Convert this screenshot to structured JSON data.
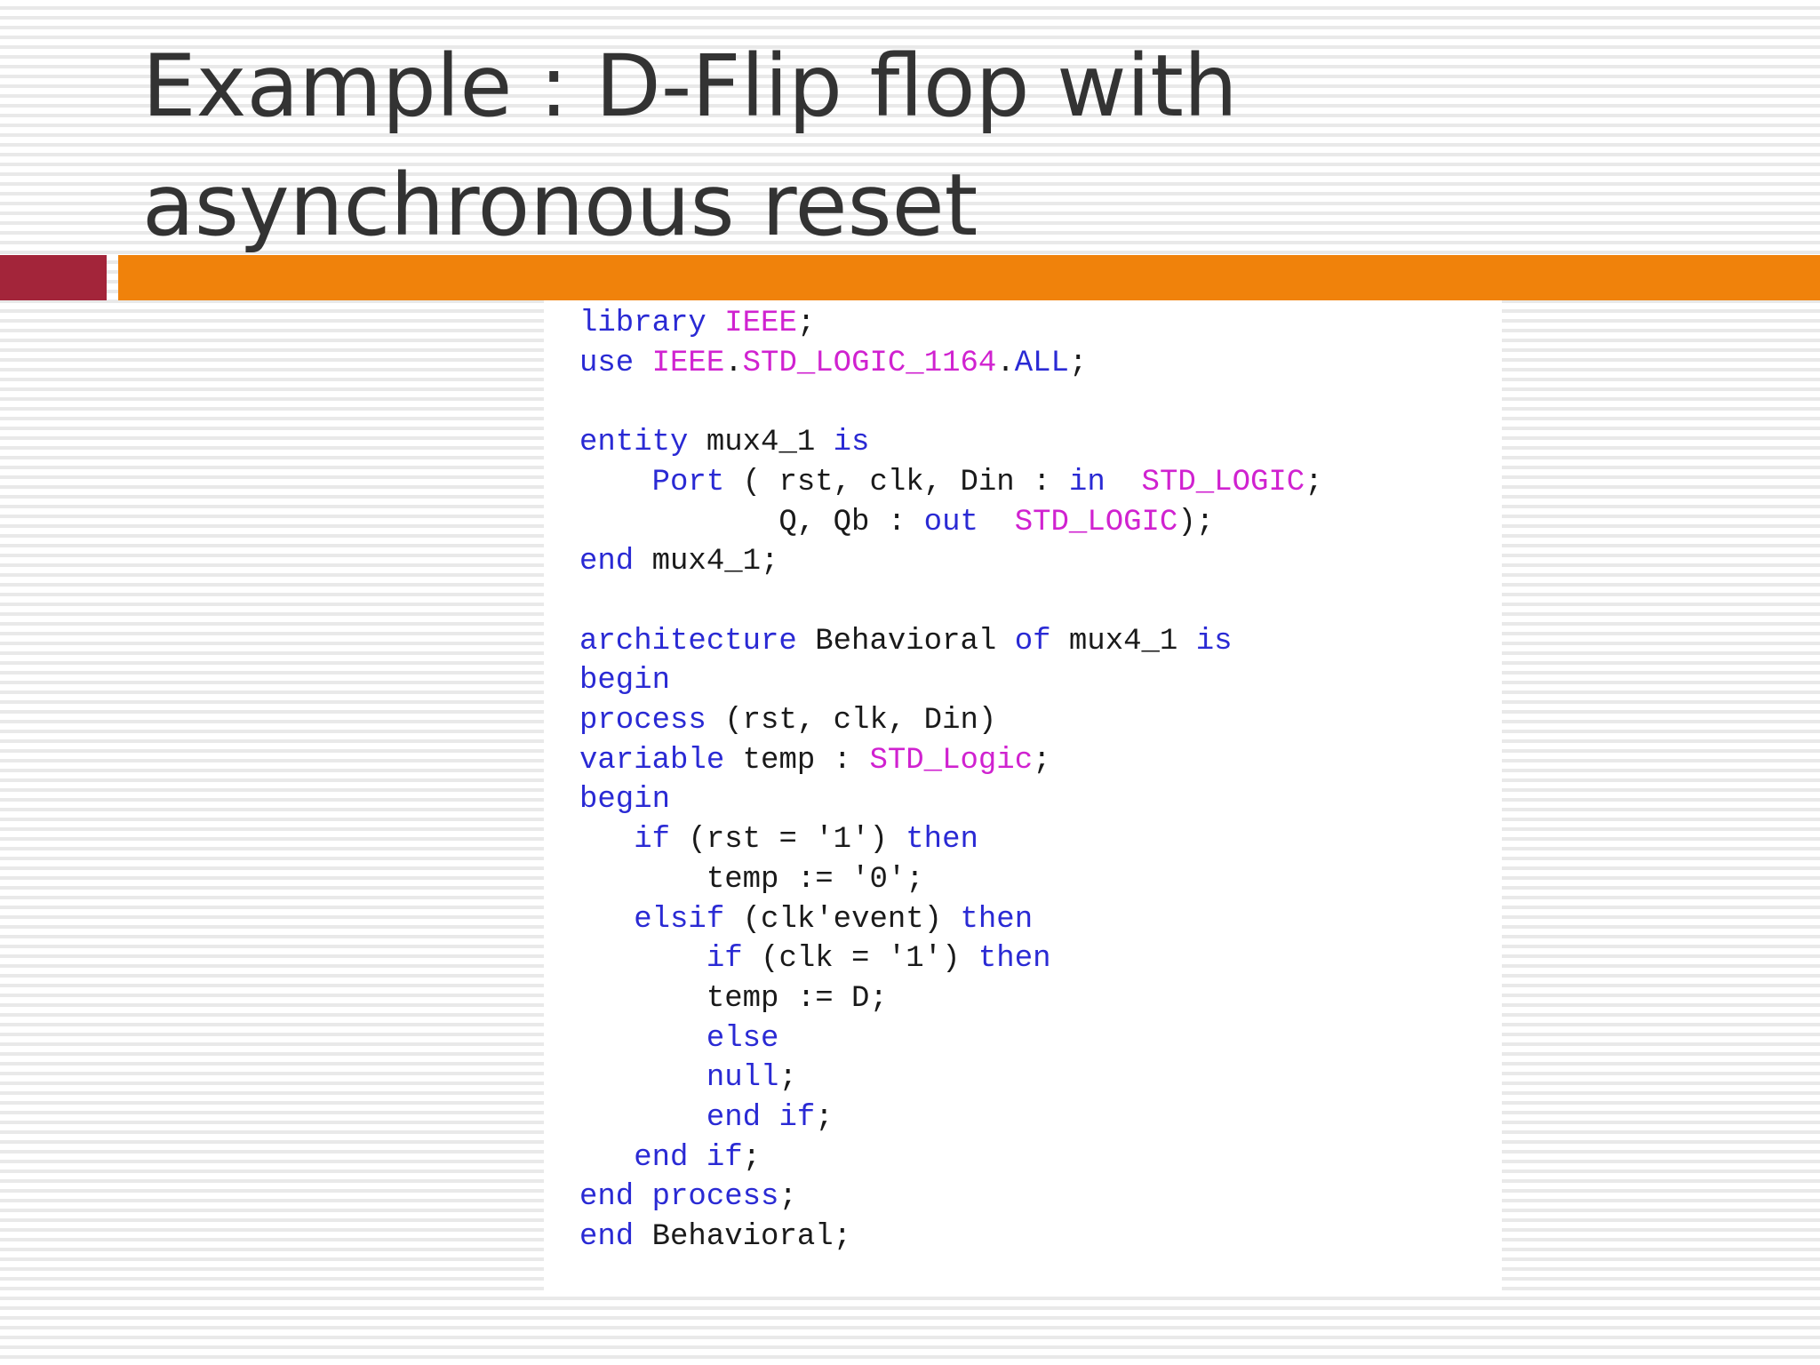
{
  "slide": {
    "title": "Example : D-Flip flop with asynchronous reset"
  },
  "colors": {
    "accent_red": "#a3253a",
    "accent_orange": "#f0820b",
    "keyword": "#2a2ad4",
    "type": "#d022d0",
    "text": "#1a1a1a"
  },
  "code": {
    "language": "VHDL",
    "lines": [
      [
        {
          "t": "kw",
          "s": "library"
        },
        {
          "t": "tx",
          "s": " "
        },
        {
          "t": "ty",
          "s": "IEEE"
        },
        {
          "t": "tx",
          "s": ";"
        }
      ],
      [
        {
          "t": "kw",
          "s": "use"
        },
        {
          "t": "tx",
          "s": " "
        },
        {
          "t": "ty",
          "s": "IEEE"
        },
        {
          "t": "tx",
          "s": "."
        },
        {
          "t": "ty",
          "s": "STD_LOGIC_1164"
        },
        {
          "t": "tx",
          "s": "."
        },
        {
          "t": "kw",
          "s": "ALL"
        },
        {
          "t": "tx",
          "s": ";"
        }
      ],
      [],
      [
        {
          "t": "kw",
          "s": "entity"
        },
        {
          "t": "tx",
          "s": " mux4_1 "
        },
        {
          "t": "kw",
          "s": "is"
        }
      ],
      [
        {
          "t": "tx",
          "s": "    "
        },
        {
          "t": "kw",
          "s": "Port"
        },
        {
          "t": "tx",
          "s": " ( rst, clk, Din : "
        },
        {
          "t": "kw",
          "s": "in"
        },
        {
          "t": "tx",
          "s": "  "
        },
        {
          "t": "ty",
          "s": "STD_LOGIC"
        },
        {
          "t": "tx",
          "s": ";"
        }
      ],
      [
        {
          "t": "tx",
          "s": "           Q, Qb : "
        },
        {
          "t": "kw",
          "s": "out"
        },
        {
          "t": "tx",
          "s": "  "
        },
        {
          "t": "ty",
          "s": "STD_LOGIC"
        },
        {
          "t": "tx",
          "s": ");"
        }
      ],
      [
        {
          "t": "kw",
          "s": "end"
        },
        {
          "t": "tx",
          "s": " mux4_1;"
        }
      ],
      [],
      [
        {
          "t": "kw",
          "s": "architecture"
        },
        {
          "t": "tx",
          "s": " Behavioral "
        },
        {
          "t": "kw",
          "s": "of"
        },
        {
          "t": "tx",
          "s": " mux4_1 "
        },
        {
          "t": "kw",
          "s": "is"
        }
      ],
      [
        {
          "t": "kw",
          "s": "begin"
        }
      ],
      [
        {
          "t": "kw",
          "s": "process"
        },
        {
          "t": "tx",
          "s": " (rst, clk, Din)"
        }
      ],
      [
        {
          "t": "kw",
          "s": "variable"
        },
        {
          "t": "tx",
          "s": " temp : "
        },
        {
          "t": "ty",
          "s": "STD_Logic"
        },
        {
          "t": "tx",
          "s": ";"
        }
      ],
      [
        {
          "t": "kw",
          "s": "begin"
        }
      ],
      [
        {
          "t": "tx",
          "s": "   "
        },
        {
          "t": "kw",
          "s": "if"
        },
        {
          "t": "tx",
          "s": " (rst = '1') "
        },
        {
          "t": "kw",
          "s": "then"
        }
      ],
      [
        {
          "t": "tx",
          "s": "       temp := '0';"
        }
      ],
      [
        {
          "t": "tx",
          "s": "   "
        },
        {
          "t": "kw",
          "s": "elsif"
        },
        {
          "t": "tx",
          "s": " (clk'event) "
        },
        {
          "t": "kw",
          "s": "then"
        }
      ],
      [
        {
          "t": "tx",
          "s": "       "
        },
        {
          "t": "kw",
          "s": "if"
        },
        {
          "t": "tx",
          "s": " (clk = '1') "
        },
        {
          "t": "kw",
          "s": "then"
        }
      ],
      [
        {
          "t": "tx",
          "s": "       temp := D;"
        }
      ],
      [
        {
          "t": "tx",
          "s": "       "
        },
        {
          "t": "kw",
          "s": "else"
        }
      ],
      [
        {
          "t": "tx",
          "s": "       "
        },
        {
          "t": "kw",
          "s": "null"
        },
        {
          "t": "tx",
          "s": ";"
        }
      ],
      [
        {
          "t": "tx",
          "s": "       "
        },
        {
          "t": "kw",
          "s": "end if"
        },
        {
          "t": "tx",
          "s": ";"
        }
      ],
      [
        {
          "t": "tx",
          "s": "   "
        },
        {
          "t": "kw",
          "s": "end if"
        },
        {
          "t": "tx",
          "s": ";"
        }
      ],
      [
        {
          "t": "kw",
          "s": "end process"
        },
        {
          "t": "tx",
          "s": ";"
        }
      ],
      [
        {
          "t": "kw",
          "s": "end"
        },
        {
          "t": "tx",
          "s": " Behavioral;"
        }
      ]
    ]
  }
}
